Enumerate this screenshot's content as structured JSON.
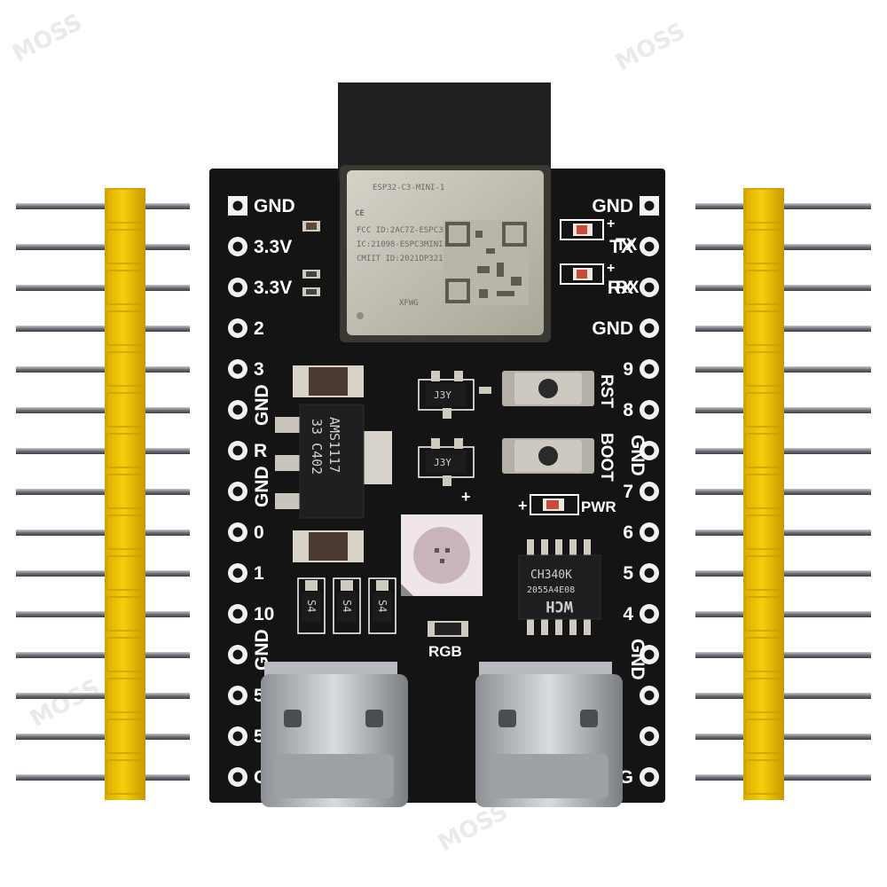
{
  "watermarks": [
    "MOSS",
    "MOSS",
    "MOSS",
    "MOSS"
  ],
  "module": {
    "name": "ESP32-C3-MINI-1",
    "text_lines": [
      "FCC ID:2AC7Z-ESPC3MINI1",
      "IC:21098-ESPC3MINI1",
      "CMIIT ID:2021DP3213"
    ],
    "ce_mark": "CE",
    "code": "XFWG"
  },
  "left_pins": [
    "GND",
    "3.3V",
    "3.3V",
    "2",
    "3",
    "GND",
    "R",
    "GND",
    "0",
    "1",
    "10",
    "GND",
    "5Vout",
    "5Vin",
    "G"
  ],
  "right_pins": [
    "GND",
    "TX",
    "RX",
    "GND",
    "9",
    "8",
    "GND",
    "7",
    "6",
    "5",
    "4",
    "GND",
    "",
    "",
    "G"
  ],
  "labels": {
    "rst": "RST",
    "boot": "BOOT",
    "pwr": "PWR",
    "rgb": "RGB",
    "tx": "TX",
    "rx": "RX",
    "plus": "+"
  },
  "regulator": {
    "line1": "AMS1117",
    "line2": "33   C402"
  },
  "transistor_mark": "J3Y",
  "diode_mark": "S4",
  "usb_chip": {
    "line1": "CH340K",
    "line2": "2055A4E08",
    "logo": "WCH"
  },
  "colors": {
    "pcb": "#141414",
    "header": "#f2c500",
    "header_shadow": "#c99f00",
    "pin_metal": "#8a8f94",
    "silkscreen": "#ffffff"
  }
}
